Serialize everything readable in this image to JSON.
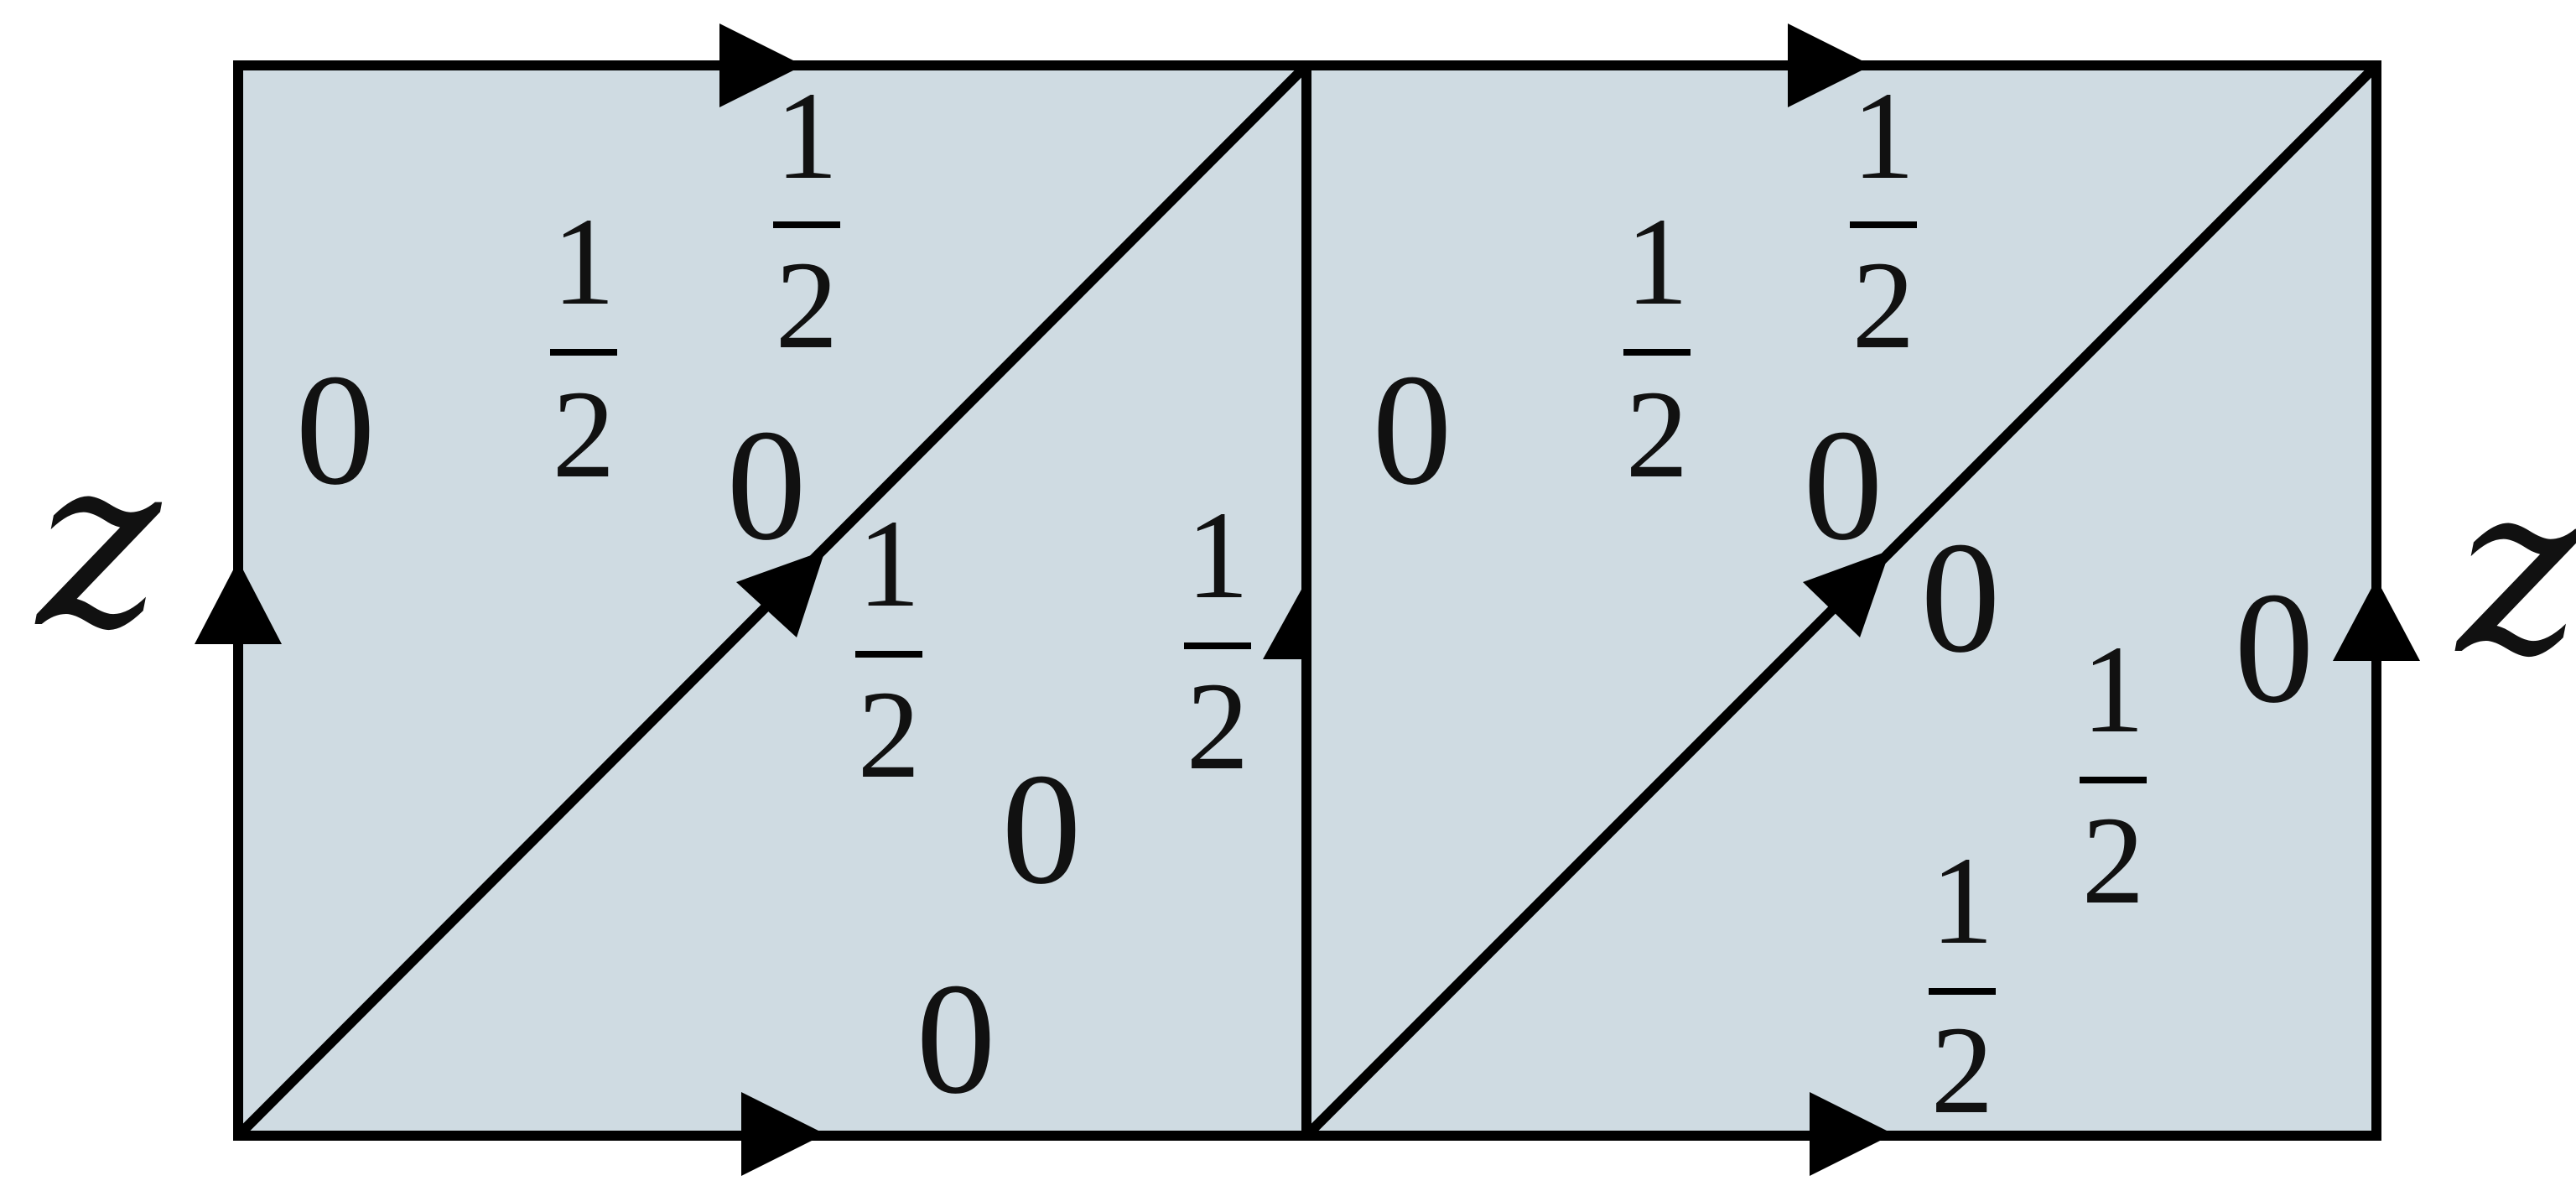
{
  "colors": {
    "fill": "#cfdbe2",
    "stroke": "#000000",
    "text": "#111111"
  },
  "side_label_left": "z",
  "side_label_right": "z",
  "numbers": {
    "zero": "0",
    "one": "1",
    "two": "2"
  }
}
